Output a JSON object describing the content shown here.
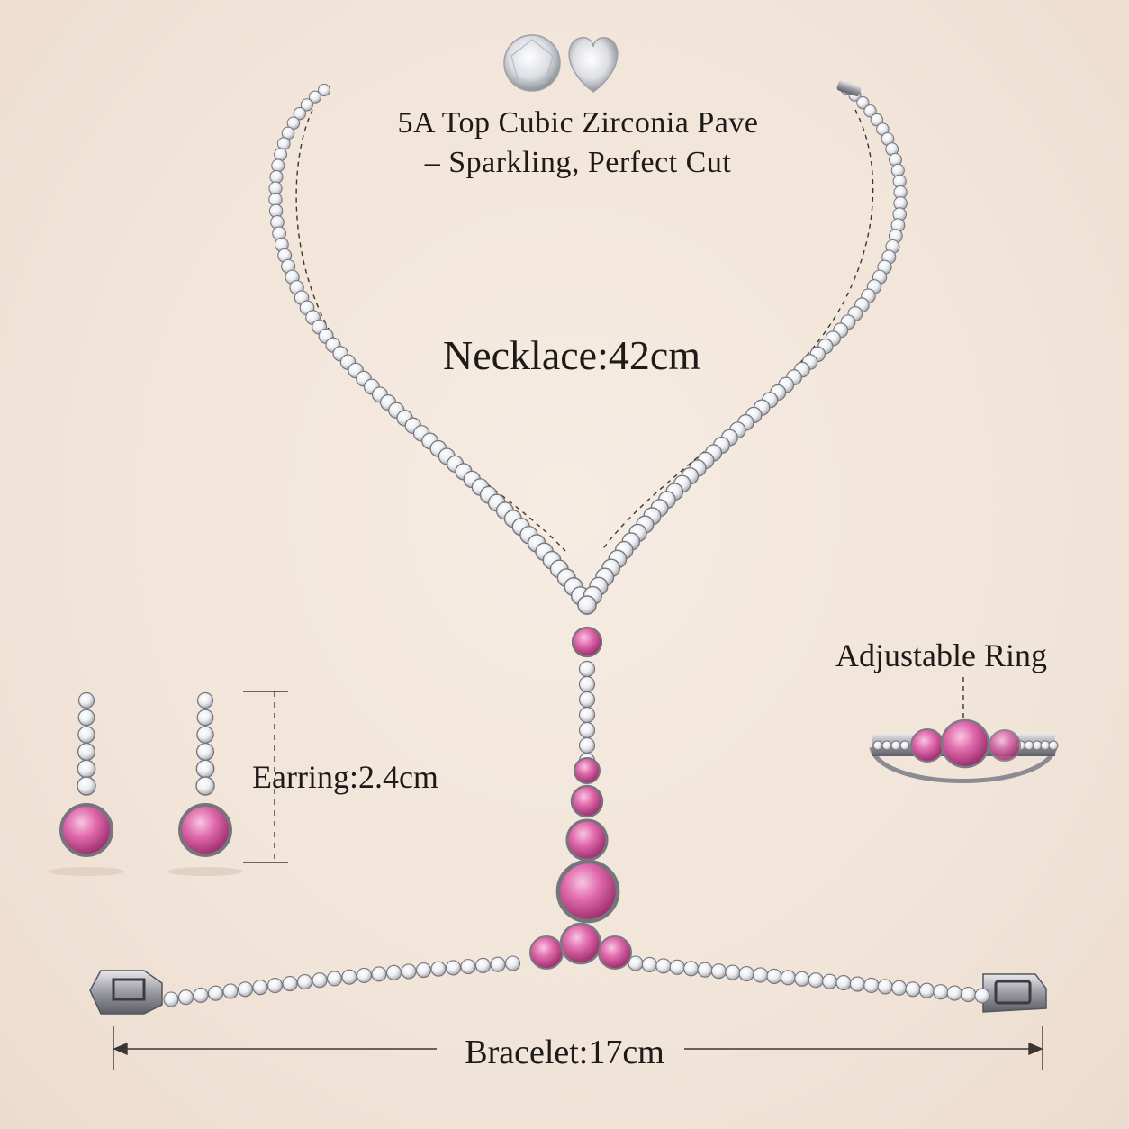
{
  "labels": {
    "cz_line1": "5A Top Cubic Zirconia Pave",
    "cz_line2": "– Sparkling, Perfect Cut",
    "necklace": "Necklace:42cm",
    "ring": "Adjustable Ring",
    "earring": "Earring:2.4cm",
    "bracelet": "Bracelet:17cm"
  },
  "colors": {
    "background": "#f2e6dc",
    "text": "#1e1a18",
    "clear_stone": "#f4f4f6",
    "pink_stone": "#d7599e",
    "metal": "#8c8c92"
  },
  "icons": {
    "round_stone": "round-cut-zirconia-icon",
    "heart_stone": "heart-cut-zirconia-icon"
  }
}
